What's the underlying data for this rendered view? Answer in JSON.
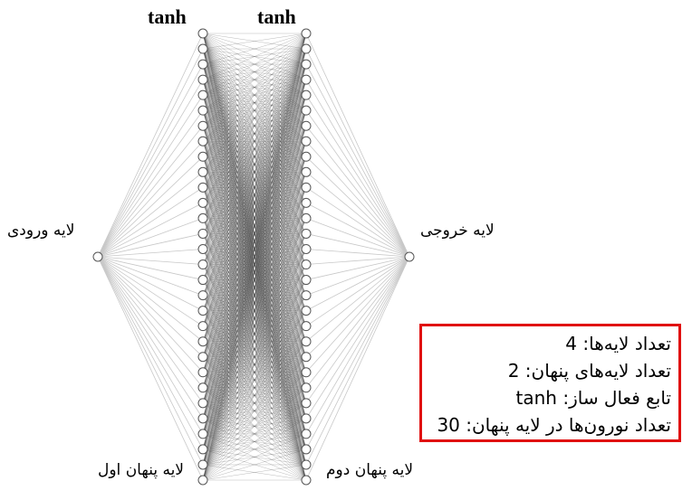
{
  "network": {
    "input_neurons": 1,
    "hidden1_neurons": 30,
    "hidden2_neurons": 30,
    "output_neurons": 1
  },
  "labels": {
    "hidden1_activation": "tanh",
    "hidden2_activation": "tanh",
    "input_layer": "لایه ورودی",
    "output_layer": "لایه خروجی",
    "hidden1_layer": "لایه پنهان اول",
    "hidden2_layer": "لایه پنهان دوم"
  },
  "info_box": {
    "lines": [
      "تعداد لایه‌ها: 4",
      "تعداد لایه‌های پنهان: 2",
      "تابع فعال ساز: tanh",
      "تعداد نورون‌ها در لایه پنهان: 30"
    ]
  },
  "colors": {
    "info_border": "#e01010",
    "node_stroke": "#555555",
    "edge_light": "#c8c8c8",
    "edge_dark": "#3a3a3a"
  }
}
